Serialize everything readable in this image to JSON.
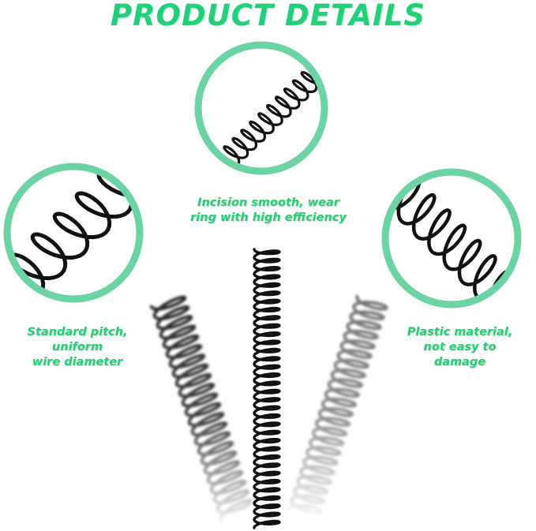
{
  "title": "PRODUCT DETAILS",
  "captions": {
    "top": [
      "Incision smooth, wear",
      "ring with high efficiency"
    ],
    "left": [
      "Standard pitch,",
      "uniform",
      "wire diameter"
    ],
    "right": [
      "Plastic material,",
      "not easy to",
      "damage"
    ]
  },
  "colors": {
    "accent": "#22cf73",
    "ring": "#6cd3a4",
    "spring": "#111111"
  }
}
